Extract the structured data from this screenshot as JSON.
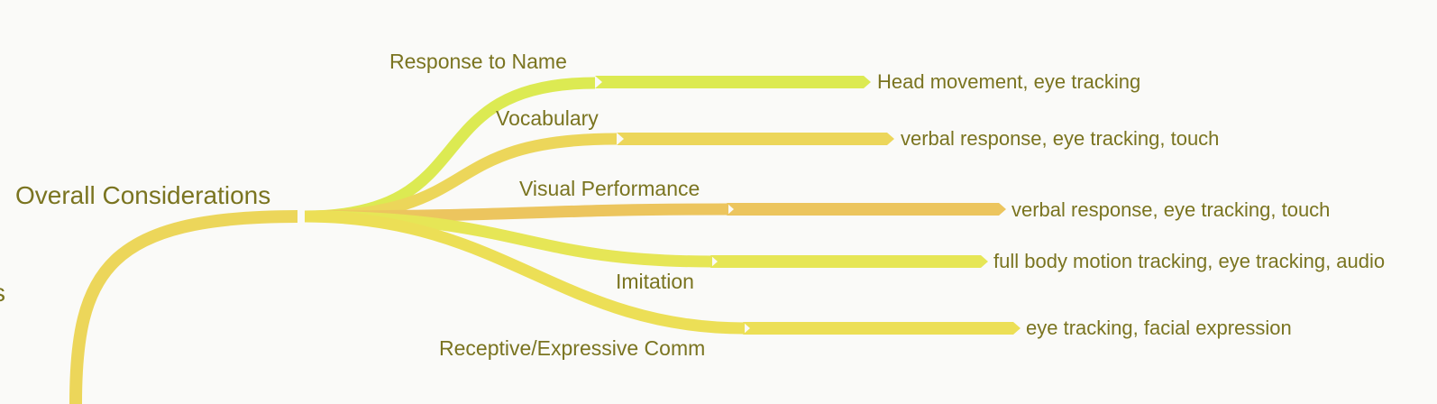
{
  "root": {
    "label": "Overall Considerations",
    "partial_left_label": "s"
  },
  "branches": [
    {
      "label": "Response to Name",
      "leaf": "Head movement, eye tracking",
      "color": "#dcea52"
    },
    {
      "label": "Vocabulary",
      "leaf": "verbal response, eye tracking, touch",
      "color": "#ecd65a"
    },
    {
      "label": "Visual Performance",
      "leaf": "verbal response, eye tracking, touch",
      "color": "#ecc55e"
    },
    {
      "label": "Imitation",
      "leaf": "full body motion tracking, eye tracking, audio",
      "color": "#e6e656"
    },
    {
      "label": "Receptive/Expressive Comm",
      "leaf": "eye tracking, facial expression",
      "color": "#ecdf56"
    }
  ],
  "colors": {
    "text": "#7a7420",
    "root_edge": "#ecd65a"
  }
}
